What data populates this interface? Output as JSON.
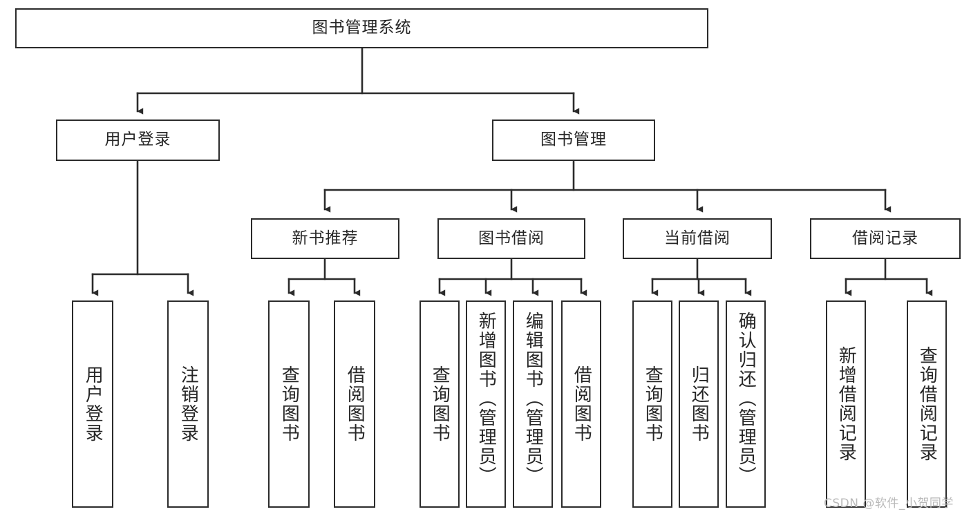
{
  "diagram": {
    "type": "tree",
    "title": "图书管理系统",
    "watermark": "CSDN @软件_小贺同学",
    "colors": {
      "box_border": "#2b2b2b",
      "box_fill": "#ffffff",
      "edge": "#2b2b2b",
      "text": "#262626",
      "watermark": "#b9b9b9"
    },
    "levels": {
      "root": {
        "label": "图书管理系统"
      },
      "level2": [
        {
          "id": "user-login",
          "label": "用户登录"
        },
        {
          "id": "book-manage",
          "label": "图书管理"
        }
      ],
      "level3": [
        {
          "id": "new-book-recommend",
          "label": "新书推荐"
        },
        {
          "id": "book-borrow",
          "label": "图书借阅"
        },
        {
          "id": "current-borrow",
          "label": "当前借阅"
        },
        {
          "id": "borrow-record",
          "label": "借阅记录"
        }
      ],
      "leaves": {
        "user-login": [
          {
            "id": "leaf-user-login",
            "label": "用户登录"
          },
          {
            "id": "leaf-logout-login",
            "label": "注销登录"
          }
        ],
        "new-book-recommend": [
          {
            "id": "leaf-query-book-1",
            "label": "查询图书"
          },
          {
            "id": "leaf-borrow-book-1",
            "label": "借阅图书"
          }
        ],
        "book-borrow": [
          {
            "id": "leaf-query-book-2",
            "label": "查询图书"
          },
          {
            "id": "leaf-add-book-admin",
            "label": "新增图书（管理员）"
          },
          {
            "id": "leaf-edit-book-admin",
            "label": "编辑图书（管理员）"
          },
          {
            "id": "leaf-borrow-book-2",
            "label": "借阅图书"
          }
        ],
        "current-borrow": [
          {
            "id": "leaf-query-book-3",
            "label": "查询图书"
          },
          {
            "id": "leaf-return-book",
            "label": "归还图书"
          },
          {
            "id": "leaf-confirm-return-admin",
            "label": "确认归还（管理员）"
          }
        ],
        "borrow-record": [
          {
            "id": "leaf-add-borrow-record",
            "label": "新增借阅记录"
          },
          {
            "id": "leaf-query-borrow-record",
            "label": "查询借阅记录"
          }
        ]
      }
    }
  }
}
